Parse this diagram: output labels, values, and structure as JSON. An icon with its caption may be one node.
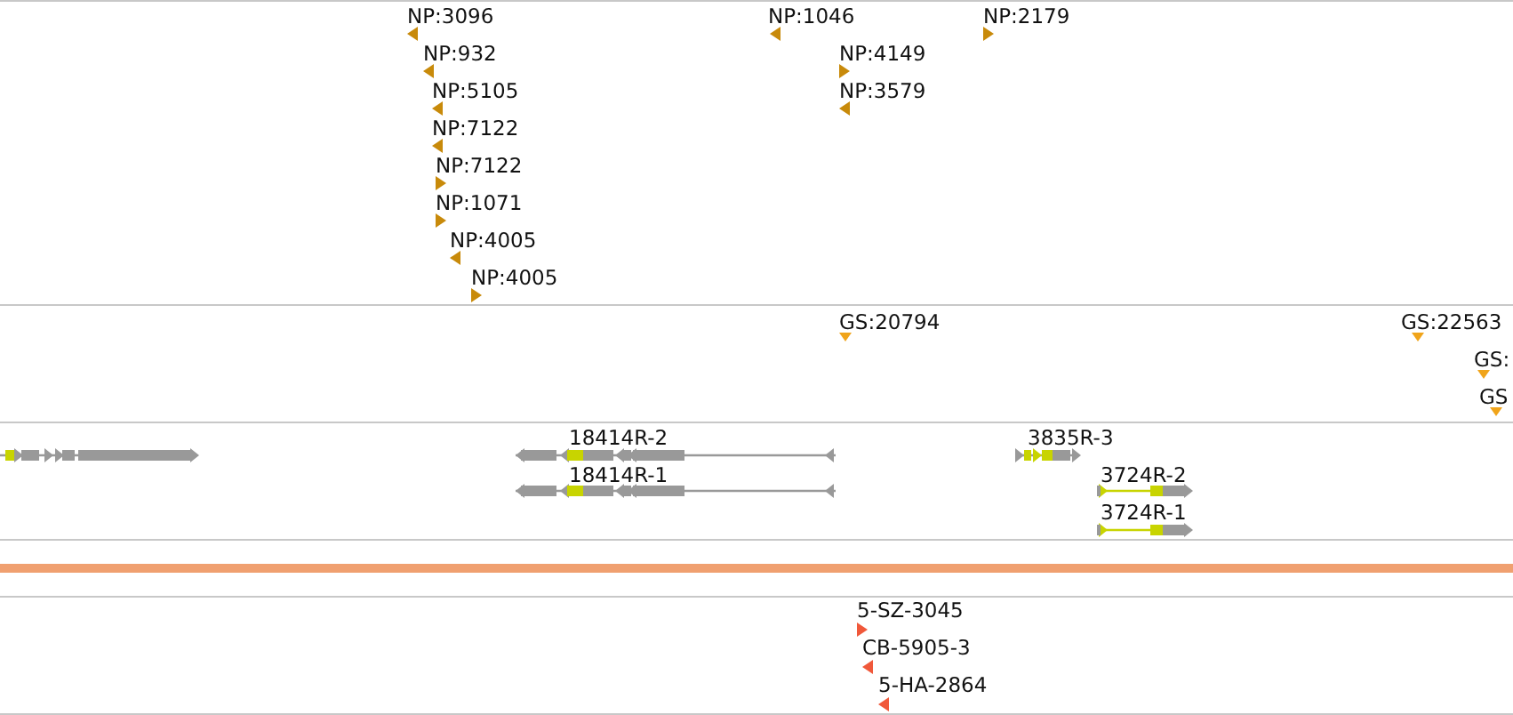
{
  "diagram": {
    "labels": [
      "NP:3096",
      "NP:1046",
      "NP:2179",
      "NP:932",
      "NP:4149",
      "NP:5105",
      "NP:3579",
      "NP:7122",
      "NP:7122",
      "NP:1071",
      "NP:4005",
      "NP:4005",
      "GS:20794",
      "GS:22563",
      "GS:",
      "GS",
      "18414R-2",
      "3835R-3",
      "18414R-1",
      "3724R-2",
      "3724R-1",
      "5-SZ-3045",
      "CB-5905-3",
      "5-HA-2864"
    ]
  }
}
